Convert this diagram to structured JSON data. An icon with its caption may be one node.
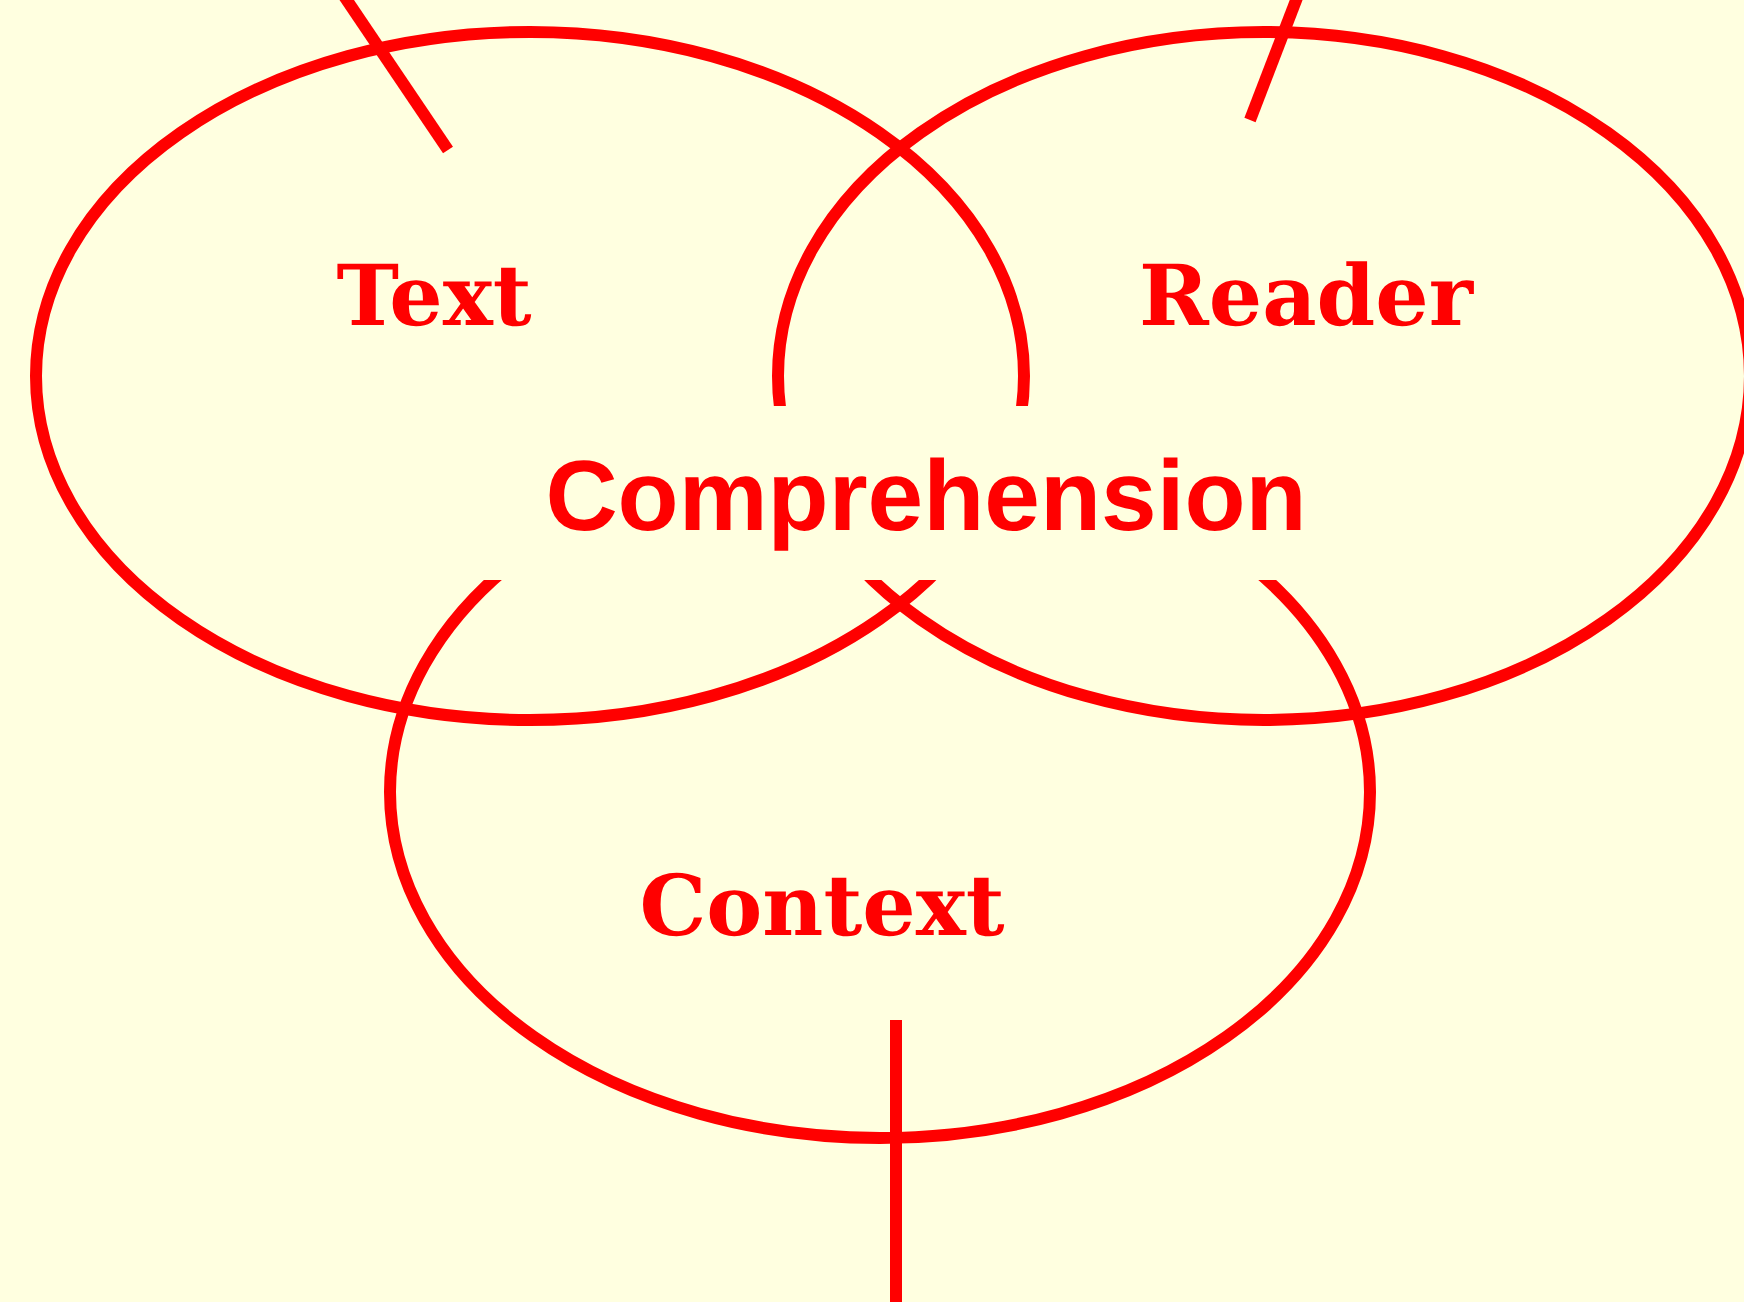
{
  "diagram": {
    "nodes": [
      {
        "text": [
          "Text"
        ]
      },
      {
        "text": [
          "Reader"
        ]
      },
      {
        "text": [
          "Context"
        ]
      }
    ],
    "edges": [
      {
        "from": null,
        "to": 0,
        "arrow": "none"
      },
      {
        "from": null,
        "to": 1,
        "arrow": "none"
      },
      {
        "from": null,
        "to": 2,
        "arrow": "none"
      }
    ],
    "labels": [
      "Comprehension"
    ]
  }
}
